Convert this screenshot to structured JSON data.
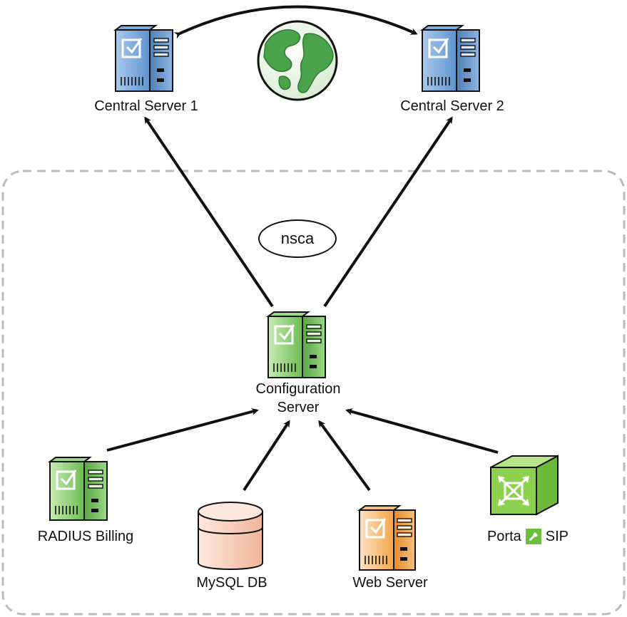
{
  "nodes": {
    "central_server_1": {
      "label": "Central Server 1",
      "icon": "blue-server-icon"
    },
    "central_server_2": {
      "label": "Central Server 2",
      "icon": "blue-server-icon"
    },
    "internet": {
      "icon": "globe-icon"
    },
    "configuration_server": {
      "label_line1": "Configuration",
      "label_line2": "Server",
      "icon": "green-server-icon"
    },
    "radius_billing": {
      "label": "RADIUS Billing",
      "icon": "green-server-icon"
    },
    "mysql_db": {
      "label": "MySQL DB",
      "icon": "database-icon"
    },
    "web_server": {
      "label": "Web Server",
      "icon": "orange-server-icon"
    },
    "porta_sip": {
      "label_left": "Porta",
      "label_right": "SIP",
      "icon": "router-cube-icon"
    }
  },
  "protocol_label": "nsca",
  "colors": {
    "blue_server": "#5b8fc9",
    "green_server": "#7cc860",
    "orange_server": "#f4a64a",
    "db_fill": "#f6c2a8",
    "router_green": "#8ed14e",
    "globe_ocean": "#eef7ea",
    "globe_land": "#4aa34a",
    "arrow": "#111111",
    "boundary": "#bbbbbb"
  },
  "boundary_style": "dashed"
}
